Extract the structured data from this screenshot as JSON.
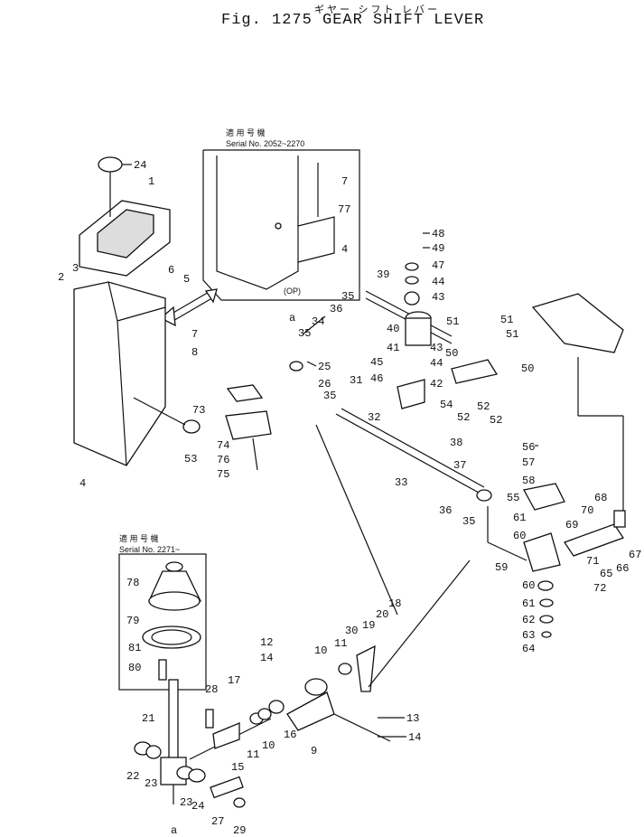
{
  "header": {
    "japanese_title": "ギヤー シフト レバー",
    "title": "Fig. 1275  GEAR SHIFT LEVER"
  },
  "insets": {
    "top": {
      "applicable_label": "適 用 号 機",
      "serial": "Serial No. 2052~2270",
      "op_label": "(OP)"
    },
    "left": {
      "applicable_label": "適 用 号 機",
      "serial": "Serial No. 2271~"
    }
  },
  "connector_letter": "a",
  "callouts": [
    "1",
    "2",
    "3",
    "4",
    "5",
    "6",
    "7",
    "8",
    "9",
    "10",
    "11",
    "12",
    "13",
    "14",
    "15",
    "16",
    "17",
    "18",
    "19",
    "20",
    "21",
    "22",
    "23",
    "24",
    "25",
    "26",
    "27",
    "28",
    "29",
    "30",
    "31",
    "32",
    "33",
    "34",
    "35",
    "36",
    "37",
    "38",
    "39",
    "40",
    "41",
    "42",
    "43",
    "44",
    "45",
    "46",
    "47",
    "48",
    "49",
    "50",
    "51",
    "52",
    "53",
    "54",
    "55",
    "56",
    "57",
    "58",
    "59",
    "60",
    "61",
    "62",
    "63",
    "64",
    "65",
    "66",
    "67",
    "68",
    "69",
    "70",
    "71",
    "72",
    "73",
    "74",
    "75",
    "76",
    "77",
    "78",
    "79",
    "80",
    "81"
  ]
}
